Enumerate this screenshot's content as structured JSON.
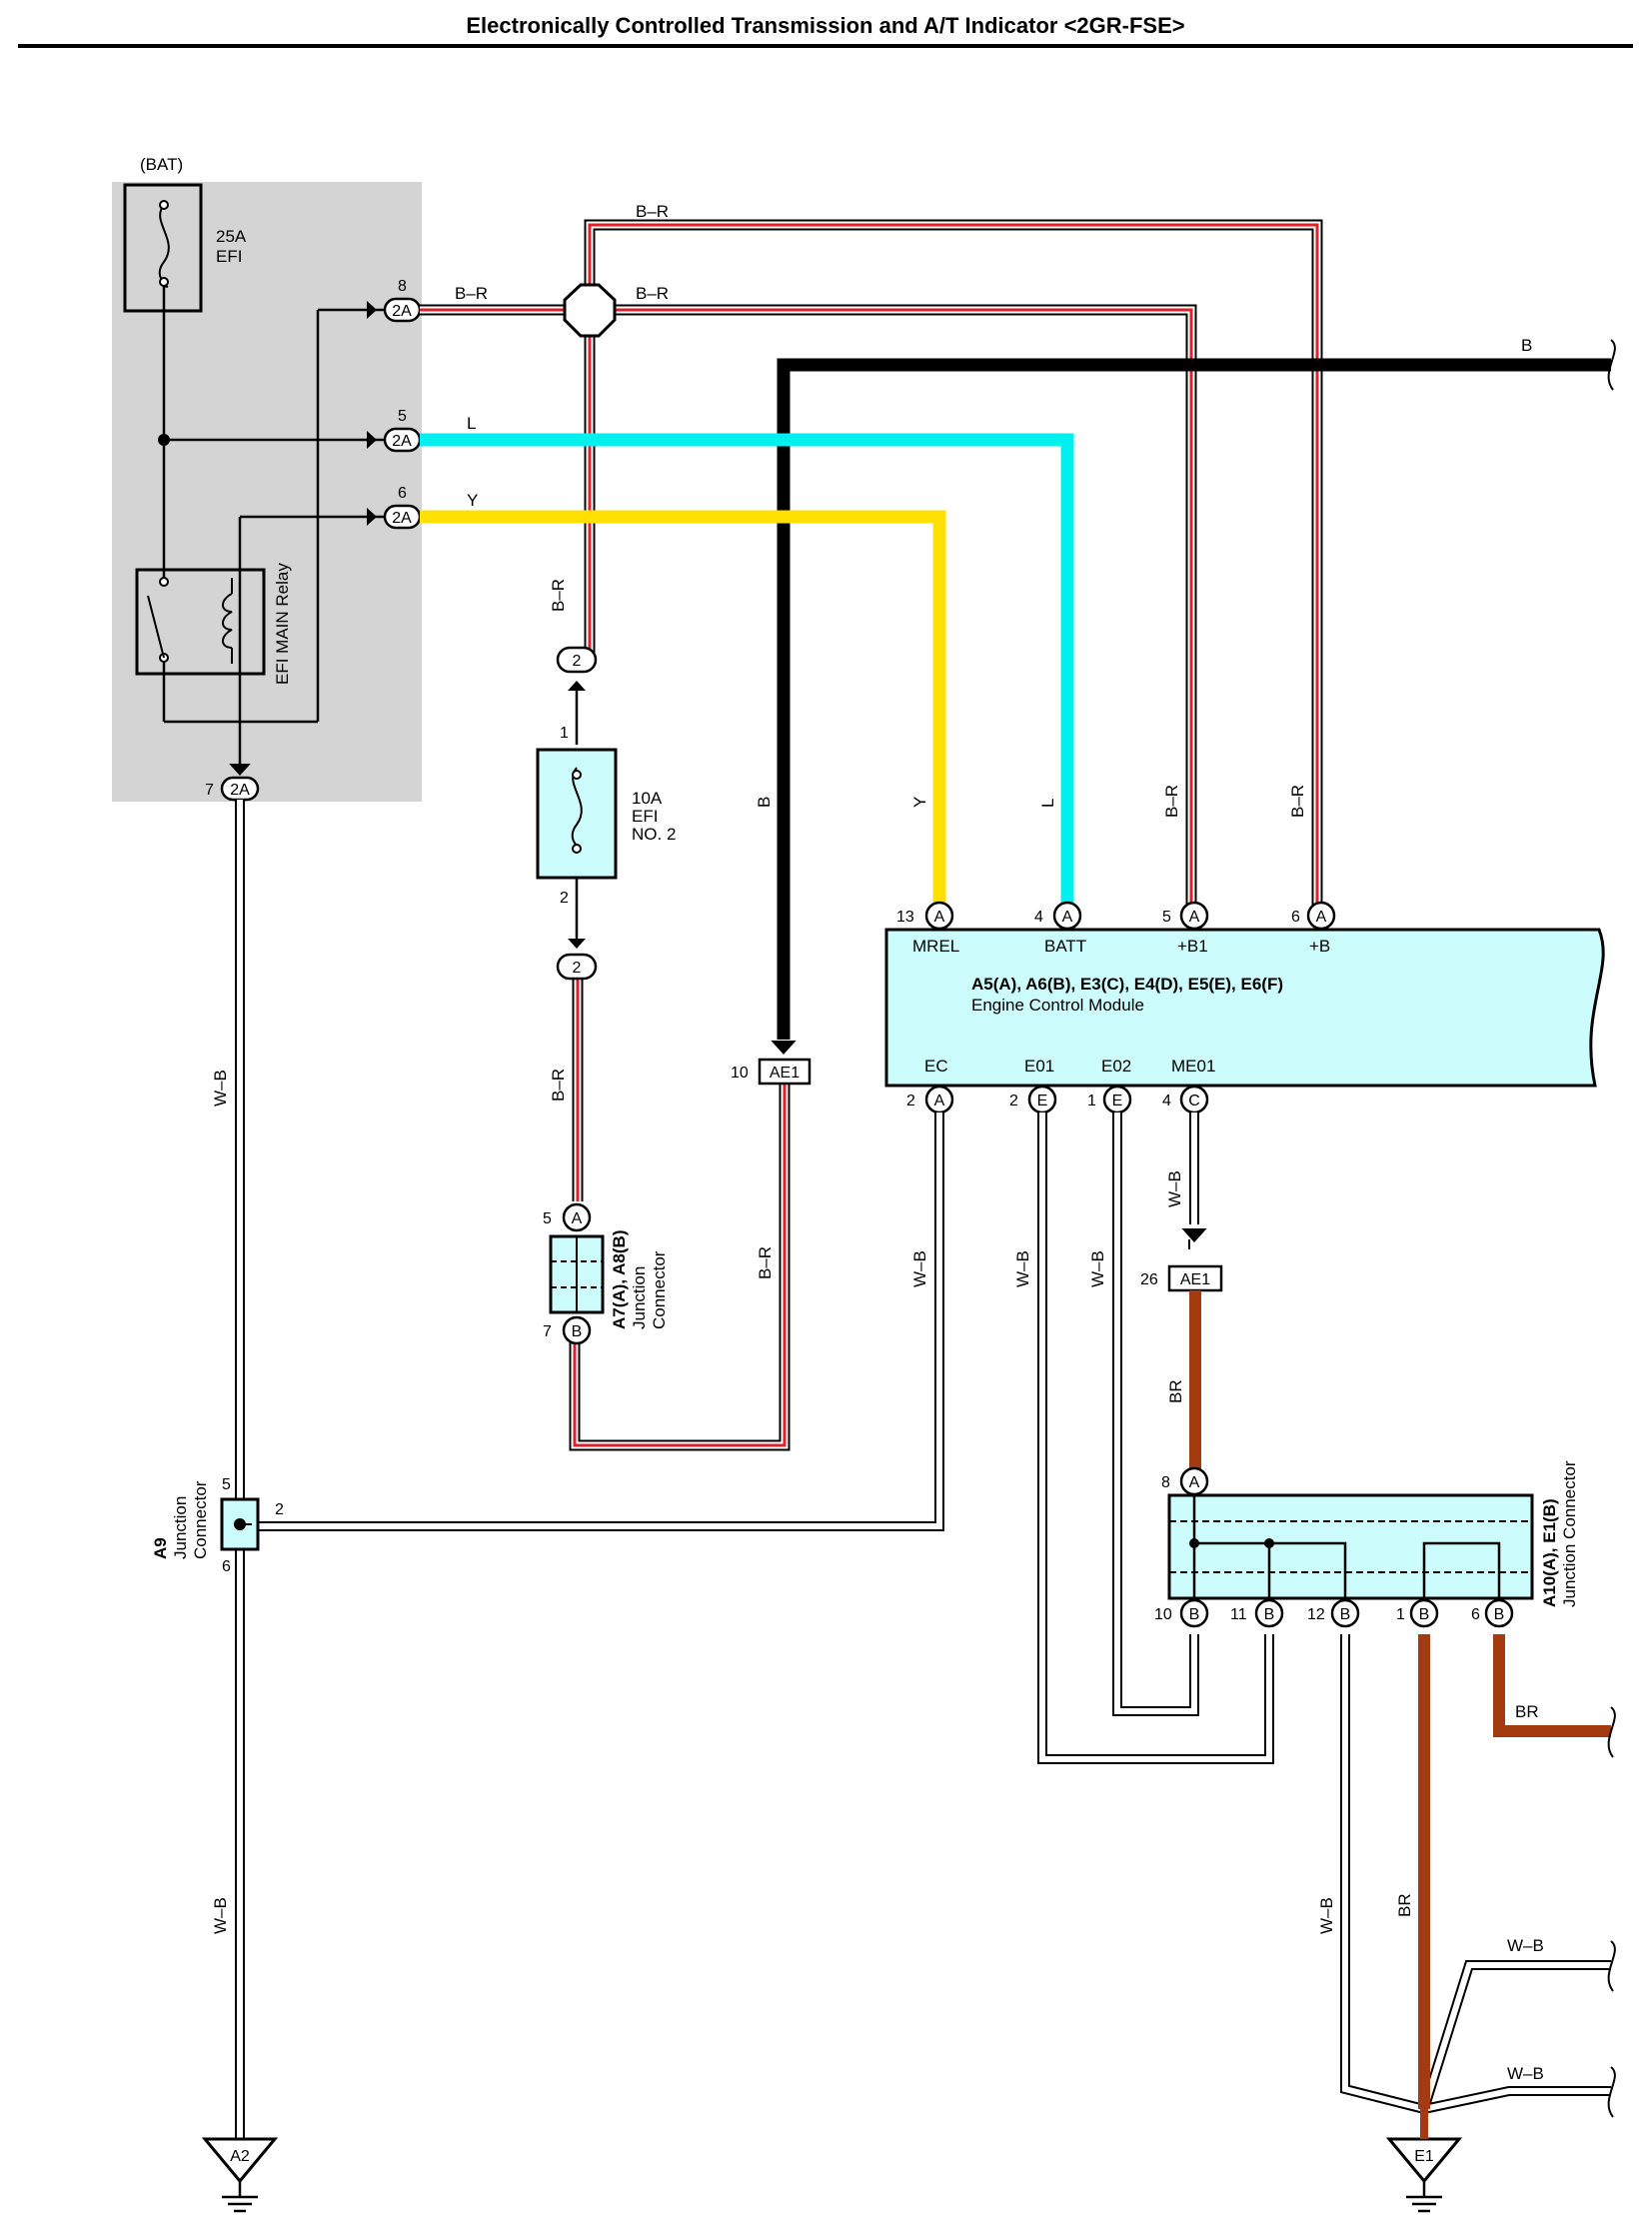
{
  "title": "Electronically Controlled Transmission and A/T Indicator <2GR-FSE>",
  "colors": {
    "b_r_outer": "#000000",
    "b_r_stripe": "#e0202a",
    "black": "#000000",
    "light_blue": "#00f0f0",
    "yellow": "#ffe000",
    "brown": "#a33a10",
    "w_b_line": "#000000",
    "relay_box_bg": "#d4d4d4",
    "component_bg": "#ccfcfc"
  },
  "relay_block": {
    "bat_label": "(BAT)",
    "fuse_efi_rating": "25A",
    "fuse_efi_name": "EFI",
    "relay_label": "EFI MAIN Relay",
    "connector_code": "2A",
    "pins": {
      "p8": "8",
      "p5": "5",
      "p6": "6",
      "p7": "7"
    }
  },
  "wires": {
    "b_r": "B–R",
    "b": "B",
    "l": "L",
    "y": "Y",
    "w_b": "W–B",
    "br": "BR"
  },
  "fuse_efi2": {
    "rating": "10A",
    "name_line1": "EFI",
    "name_line2": "NO. 2",
    "pin_top": "1",
    "pin_bottom": "2",
    "connector_top": "2",
    "connector_bottom": "2"
  },
  "junction_a7a8": {
    "label_line1": "A7(A), A8(B)",
    "label_line2": "Junction",
    "label_line3": "Connector",
    "pin_a_num": "5",
    "pin_a_letter": "A",
    "pin_b_num": "7",
    "pin_b_letter": "B"
  },
  "ae1_top": {
    "code": "AE1",
    "pin": "10"
  },
  "ae1_bottom": {
    "code": "AE1",
    "pin": "26"
  },
  "ecm": {
    "title": "A5(A), A6(B), E3(C), E4(D), E5(E), E6(F)",
    "subtitle": "Engine Control Module",
    "top_pins": [
      {
        "num": "13",
        "letter": "A",
        "label": "MREL"
      },
      {
        "num": "4",
        "letter": "A",
        "label": "BATT"
      },
      {
        "num": "5",
        "letter": "A",
        "label": "+B1"
      },
      {
        "num": "6",
        "letter": "A",
        "label": "+B"
      }
    ],
    "bottom_pins": [
      {
        "num": "2",
        "letter": "A",
        "label": "EC"
      },
      {
        "num": "2",
        "letter": "E",
        "label": "E01"
      },
      {
        "num": "1",
        "letter": "E",
        "label": "E02"
      },
      {
        "num": "4",
        "letter": "C",
        "label": "ME01"
      }
    ]
  },
  "junction_a9": {
    "code": "A9",
    "label_line1": "Junction",
    "label_line2": "Connector",
    "pin_top": "5",
    "pin_right": "2",
    "pin_bottom": "6"
  },
  "junction_a10": {
    "label_line1": "A10(A), E1(B)",
    "label_line2": "Junction Connector",
    "top_pin": {
      "num": "8",
      "letter": "A"
    },
    "bottom_pins": [
      {
        "num": "10",
        "letter": "B"
      },
      {
        "num": "11",
        "letter": "B"
      },
      {
        "num": "12",
        "letter": "B"
      },
      {
        "num": "1",
        "letter": "B"
      },
      {
        "num": "6",
        "letter": "B"
      }
    ]
  },
  "grounds": {
    "left": "A2",
    "right": "E1"
  }
}
